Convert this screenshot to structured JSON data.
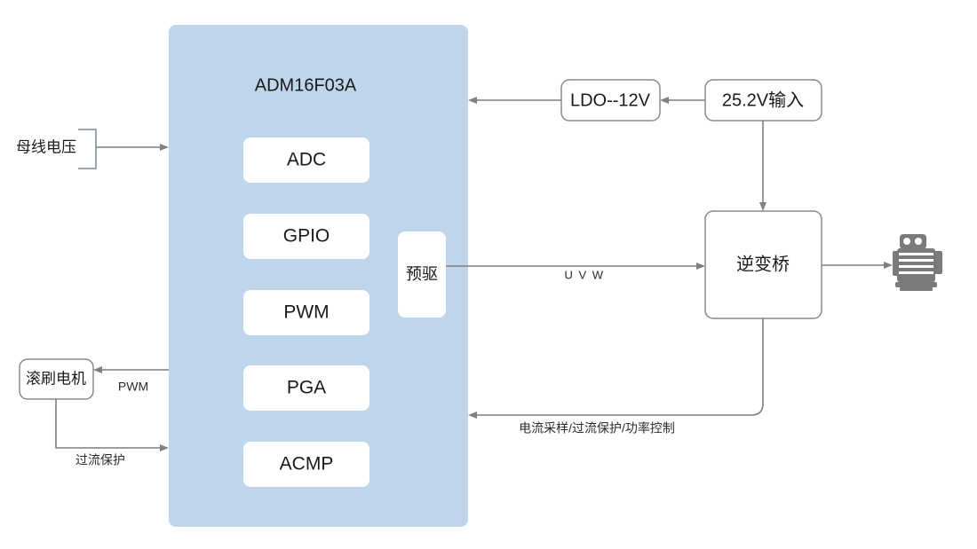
{
  "diagram": {
    "title": "ADM16F03A motor control block diagram",
    "colors": {
      "mcu_fill": "#bed5ec",
      "node_stroke": "#8a8a8a",
      "edge_stroke": "#7f7f7f",
      "motor_icon": "#7a7a7a",
      "background": "#ffffff"
    },
    "mcu": {
      "label": "ADM16F03A",
      "modules": [
        {
          "label": "ADC"
        },
        {
          "label": "GPIO"
        },
        {
          "label": "PWM"
        },
        {
          "label": "PGA"
        },
        {
          "label": "ACMP"
        }
      ],
      "predriver": {
        "label": "预驱"
      }
    },
    "nodes": [
      {
        "id": "ldo",
        "label": "LDO--12V"
      },
      {
        "id": "supply",
        "label": "25.2V输入"
      },
      {
        "id": "inverter",
        "label": "逆变桥"
      },
      {
        "id": "roller_motor",
        "label": "滚刷电机"
      }
    ],
    "icons": [
      {
        "id": "motor",
        "name": "motor-icon"
      }
    ],
    "edge_labels": [
      {
        "id": "bus_voltage",
        "label": "母线电压"
      },
      {
        "id": "uvw",
        "label": "U V W"
      },
      {
        "id": "pwm_out",
        "label": "PWM"
      },
      {
        "id": "ocp_left",
        "label": "过流保护"
      },
      {
        "id": "feedback",
        "label": "电流采样/过流保护/功率控制"
      }
    ]
  }
}
